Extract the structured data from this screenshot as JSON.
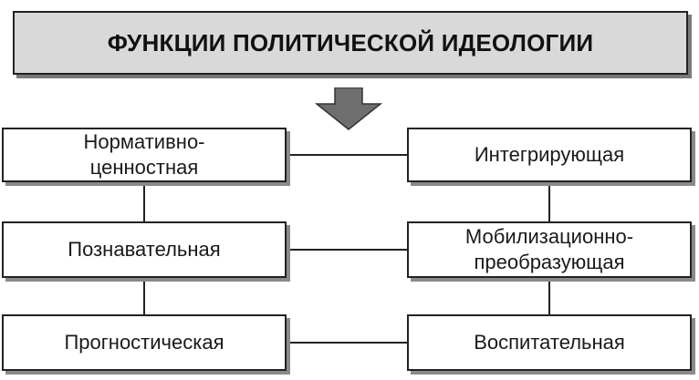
{
  "title": "ФУНКЦИИ ПОЛИТИЧЕСКОЙ ИДЕОЛОГИИ",
  "left": {
    "normative_line1": "Нормативно-",
    "normative_line2": "ценностная",
    "cognitive": "Познавательная",
    "prognostic": "Прогностическая"
  },
  "right": {
    "integrating": "Интегрирующая",
    "mobilizing_line1": "Мобилизационно-",
    "mobilizing_line2": "преобразующая",
    "educational": "Воспитательная"
  },
  "colors": {
    "title_bg": "#d9d9d9",
    "arrow": "#6e6e6e",
    "border": "#222222",
    "shadow": "#8a8a8a"
  }
}
